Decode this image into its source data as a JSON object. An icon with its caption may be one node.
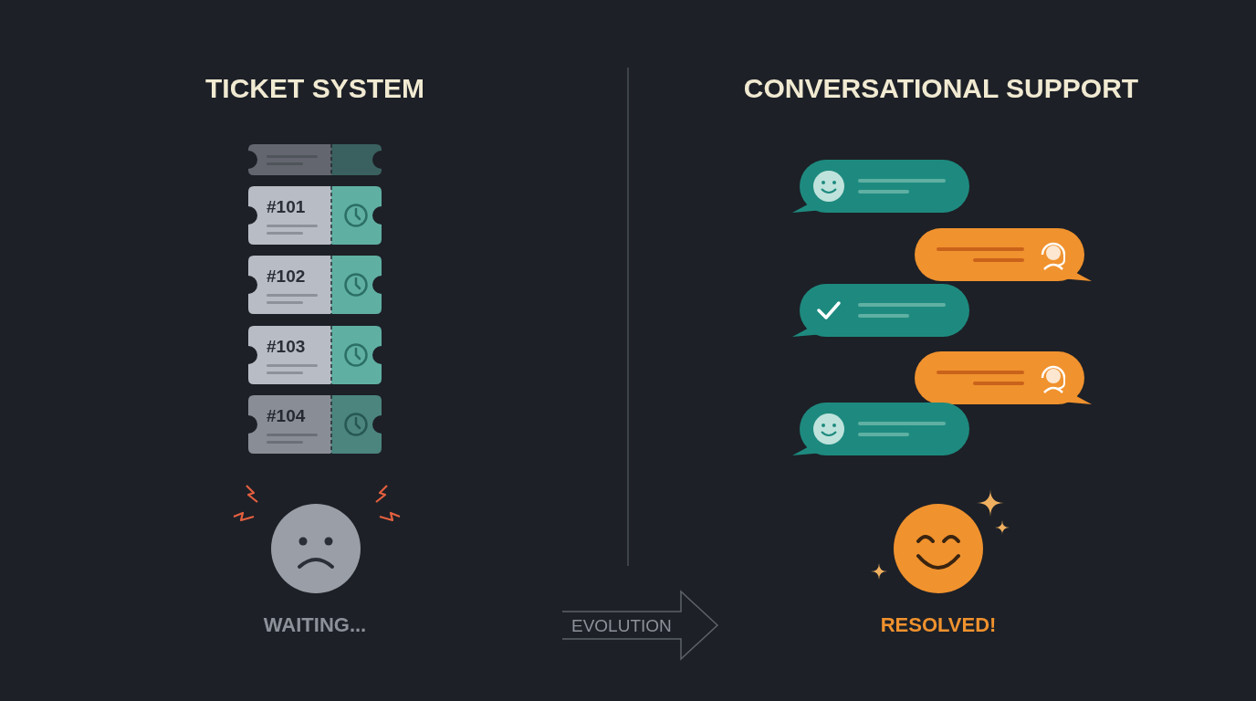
{
  "diagram": {
    "nodes": [
      {
        "text": [],
        "shape": "box"
      },
      {
        "text": [
          "#101"
        ]
      },
      {
        "text": [
          "#102"
        ]
      },
      {
        "text": [
          "#103"
        ]
      },
      {
        "text": [
          "#104"
        ]
      },
      {
        "text": [
          "EVOLUTION"
        ]
      }
    ],
    "edges": [],
    "labels": [
      "TICKET SYSTEM",
      "CONVERSATIONAL SUPPORT",
      "WAITING...",
      "RESOLVED!"
    ]
  }
}
